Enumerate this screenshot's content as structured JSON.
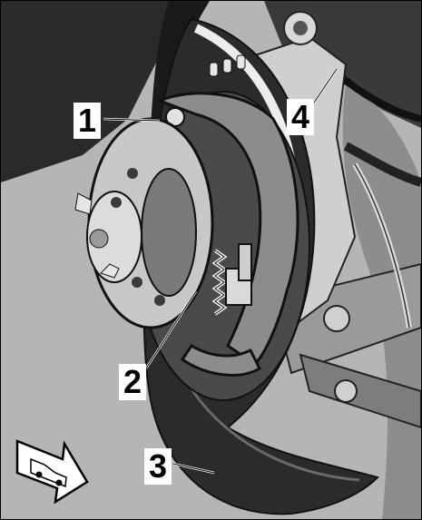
{
  "callouts": [
    {
      "label": "1",
      "part": "parking-brake-shoe"
    },
    {
      "label": "2",
      "part": "brake-spring"
    },
    {
      "label": "3",
      "part": "brake-backing-plate"
    },
    {
      "label": "4",
      "part": "wheel-carrier"
    }
  ],
  "icons": {
    "direction_arrow": "vehicle-direction-arrow-icon"
  },
  "colors": {
    "background": "#b9b9b9",
    "dark": "#1e1e1e",
    "callout_box": "#ffffff"
  }
}
